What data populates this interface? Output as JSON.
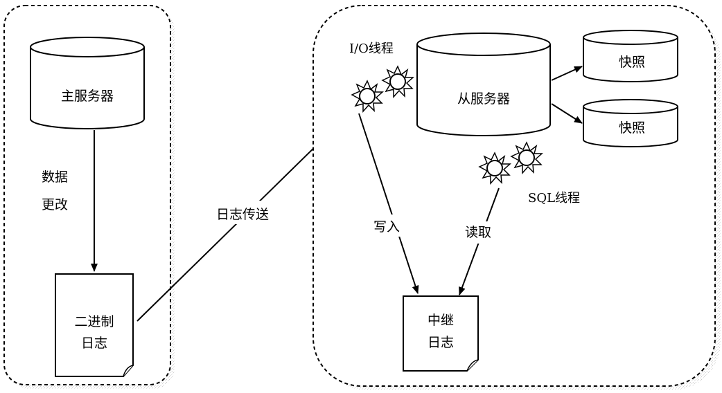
{
  "master": {
    "server_label": "主服务器",
    "data_change_label_line1": "数据",
    "data_change_label_line2": "更改",
    "binlog_label_line1": "二进制",
    "binlog_label_line2": "日志"
  },
  "transfer_label": "日志传送",
  "slave": {
    "io_thread_label": "I/O线程",
    "server_label": "从服务器",
    "snapshot_labels": [
      "快照",
      "快照"
    ],
    "sql_thread_label": "SQL线程",
    "write_label": "写入",
    "read_label": "读取",
    "relay_log_label_line1": "中继",
    "relay_log_label_line2": "日志"
  },
  "colors": {
    "line": "#000000",
    "background": "#ffffff",
    "border_texture": "#bdbdbd"
  },
  "icons": {
    "thread": "gear-star-icon",
    "database": "cylinder-icon",
    "document": "page-curl-icon"
  }
}
